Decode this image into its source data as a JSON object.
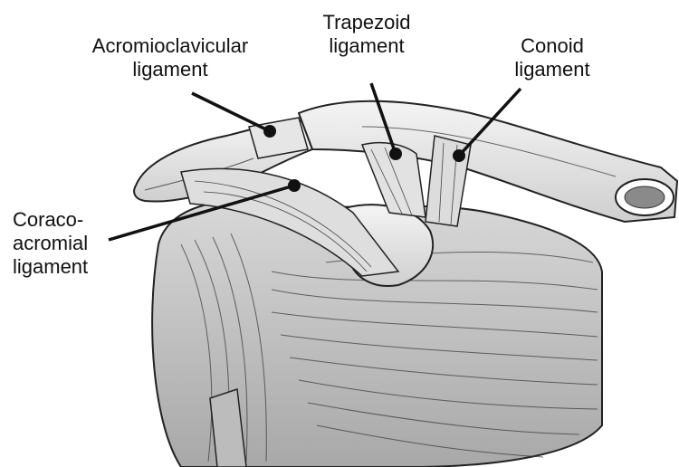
{
  "labels": {
    "acromioclavicular": {
      "line1": "Acromioclavicular",
      "line2": "ligament"
    },
    "trapezoid": {
      "line1": "Trapezoid",
      "line2": "ligament"
    },
    "conoid": {
      "line1": "Conoid",
      "line2": "ligament"
    },
    "coracoacromial": {
      "line1": "Coraco-",
      "line2": "acromial",
      "line3": "ligament"
    }
  },
  "colors": {
    "ink": "#111111",
    "paper": "#ffffff",
    "shade": "#9a9a9a"
  }
}
